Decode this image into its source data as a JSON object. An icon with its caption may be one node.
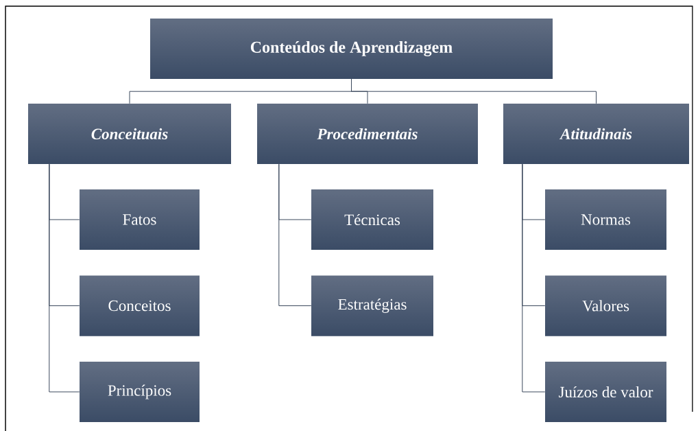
{
  "diagram": {
    "nodes": [
      {
        "text": [
          "Conteúdos de Aprendizagem"
        ]
      },
      {
        "text": [
          "Conceituais"
        ]
      },
      {
        "text": [
          "Procedimentais"
        ]
      },
      {
        "text": [
          "Atitudinais"
        ]
      },
      {
        "text": [
          "Fatos"
        ]
      },
      {
        "text": [
          "Conceitos"
        ]
      },
      {
        "text": [
          "Princípios"
        ]
      },
      {
        "text": [
          "Técnicas"
        ]
      },
      {
        "text": [
          "Estratégias"
        ]
      },
      {
        "text": [
          "Normas"
        ]
      },
      {
        "text": [
          "Valores"
        ]
      },
      {
        "text": [
          "Juízos de valor"
        ]
      }
    ],
    "edges": [
      {
        "from": 0,
        "to": 1,
        "arrow": "none"
      },
      {
        "from": 0,
        "to": 2,
        "arrow": "none"
      },
      {
        "from": 0,
        "to": 3,
        "arrow": "none"
      },
      {
        "from": 1,
        "to": 4,
        "arrow": "none"
      },
      {
        "from": 1,
        "to": 5,
        "arrow": "none"
      },
      {
        "from": 1,
        "to": 6,
        "arrow": "none"
      },
      {
        "from": 2,
        "to": 7,
        "arrow": "none"
      },
      {
        "from": 2,
        "to": 8,
        "arrow": "none"
      },
      {
        "from": 3,
        "to": 9,
        "arrow": "none"
      },
      {
        "from": 3,
        "to": 10,
        "arrow": "none"
      },
      {
        "from": 3,
        "to": 11,
        "arrow": "none"
      }
    ]
  }
}
